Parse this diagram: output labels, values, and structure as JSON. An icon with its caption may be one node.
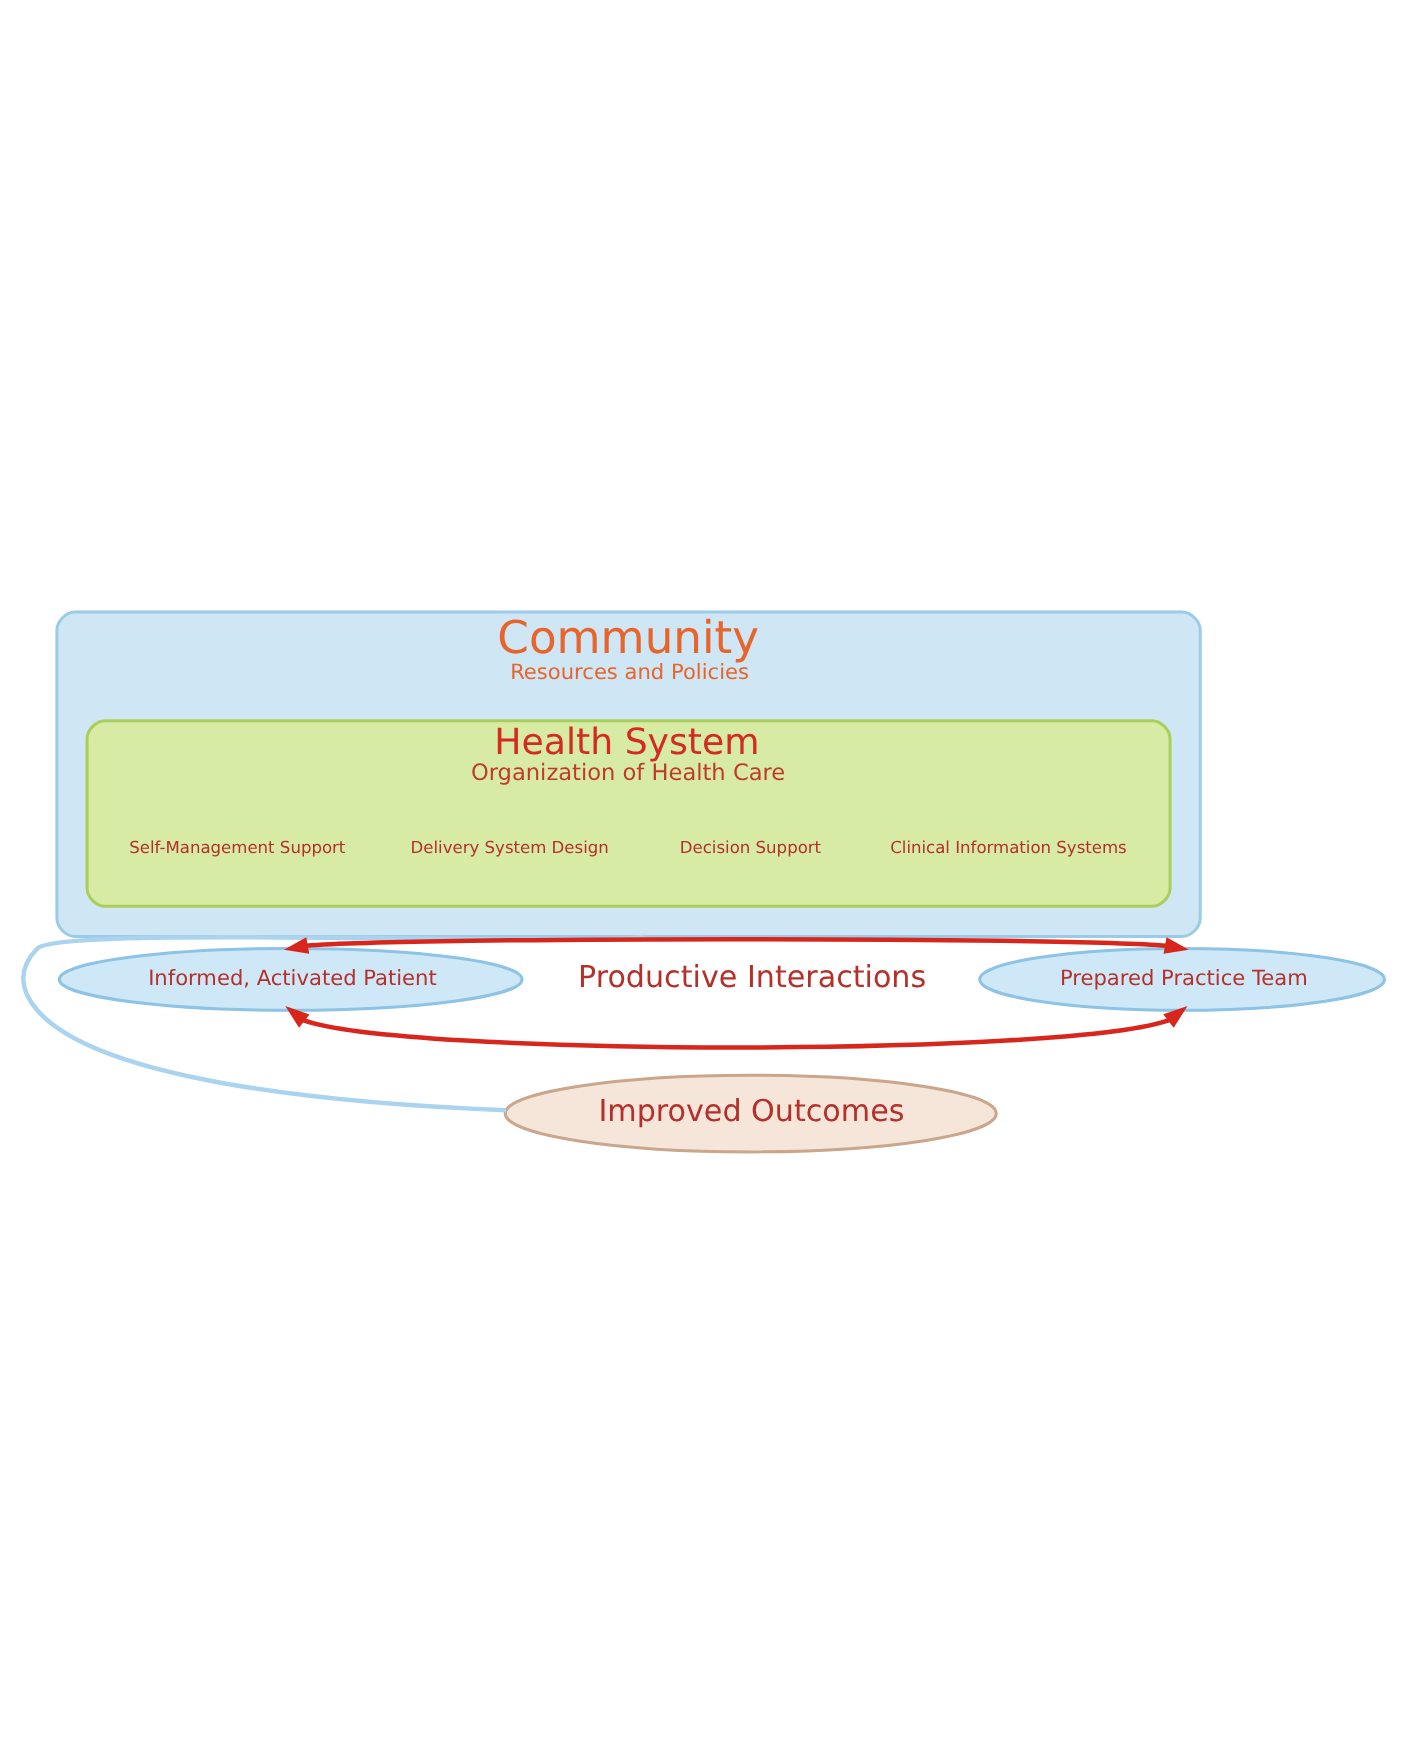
{
  "diagram": {
    "nodes": [
      {
        "text": [
          "Community",
          "Resources and Policies"
        ]
      },
      {
        "text": [
          "Health System",
          "Organization of Health Care"
        ],
        "in": 0
      },
      {
        "text": [
          "Self-Management Support"
        ],
        "in": 1
      },
      {
        "text": [
          "Delivery System Design"
        ],
        "in": 1
      },
      {
        "text": [
          "Decision Support"
        ],
        "in": 1
      },
      {
        "text": [
          "Clinical Information Systems"
        ],
        "in": 1
      },
      {
        "text": [
          "Informed, Activated Patient"
        ]
      },
      {
        "text": [
          "Prepared Practice Team"
        ]
      },
      {
        "text": [
          "Improved Outcomes"
        ]
      }
    ],
    "edges": [
      {
        "from": 6,
        "to": 7,
        "arrow": "both",
        "color": "#d9261c"
      },
      {
        "from": 6,
        "to": 7,
        "arrow": "both",
        "color": "#d9261c"
      },
      {
        "from": 0,
        "to": 8,
        "arrow": "none",
        "color": "#a9d3ef"
      }
    ],
    "labels": [
      "Productive Interactions"
    ]
  }
}
